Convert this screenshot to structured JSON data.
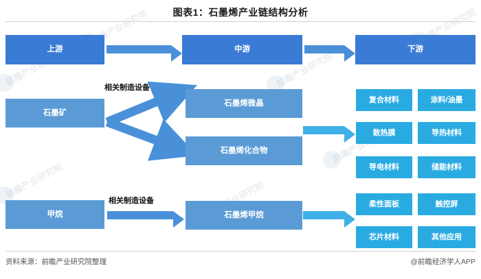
{
  "title": "图表1：石墨烯产业链结构分析",
  "footer": {
    "source": "资料来源：前瞻产业研究院整理",
    "brand": "@前瞻经济学人APP"
  },
  "watermark": {
    "text": "前瞻产业研究院"
  },
  "colors": {
    "tier_blue": "#3A7BD5",
    "mid_blue": "#5B9BD5",
    "leaf_blue": "#29ABE2",
    "arrow_blue": "#4A90D9",
    "arrow_light_blue": "#3FB0E8"
  },
  "tiers": {
    "upstream": "上游",
    "midstream": "中游",
    "downstream": "下游"
  },
  "upstream_nodes": [
    {
      "label": "石墨矿"
    },
    {
      "label": "甲烷"
    }
  ],
  "mid_nodes": [
    {
      "label": "石墨烯微晶"
    },
    {
      "label": "石墨烯化合物"
    },
    {
      "label": "石墨烯甲烷"
    }
  ],
  "edge_labels": {
    "graphite_equipment": "相关制造设备",
    "methane_equipment": "相关制造设备"
  },
  "downstream_group_a": [
    {
      "label": "复合材料"
    },
    {
      "label": "涂料/油墨"
    },
    {
      "label": "散热膜"
    },
    {
      "label": "导热材料"
    },
    {
      "label": "导电材料"
    },
    {
      "label": "储能材料"
    }
  ],
  "downstream_group_b": [
    {
      "label": "柔性面板"
    },
    {
      "label": "触控屏"
    },
    {
      "label": "芯片材料"
    },
    {
      "label": "其他应用"
    }
  ]
}
